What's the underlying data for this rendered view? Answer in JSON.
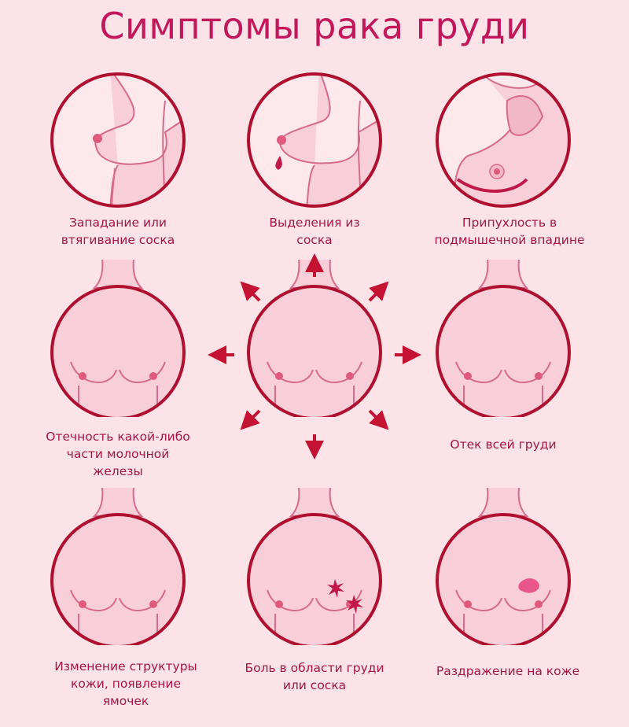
{
  "title": "Симптомы рака груди",
  "colors": {
    "background": "#fbe3e8",
    "title": "#c2185b",
    "circle_stroke": "#b0102f",
    "skin": "#f8cfd9",
    "outline": "#d66b8a",
    "nipple": "#e05a7e",
    "blood": "#c01848",
    "arrow": "#c41232",
    "label": "#a41645"
  },
  "symptoms": [
    {
      "lines": [
        "Западание или",
        "втягивание соска"
      ],
      "icon": "side-breast-retracted-nipple-icon"
    },
    {
      "lines": [
        "Выделения из",
        "соска"
      ],
      "icon": "side-breast-nipple-discharge-icon"
    },
    {
      "lines": [
        "Припухлость в",
        "подмышечной впадине"
      ],
      "icon": "armpit-swelling-icon"
    },
    {
      "lines": [
        "Отечность какой-либо",
        "части молочной",
        "железы"
      ],
      "icon": "front-breasts-partial-swelling-icon"
    },
    {
      "lines": [],
      "icon": "front-breasts-normal-icon"
    },
    {
      "lines": [
        "Отек всей груди"
      ],
      "icon": "front-breasts-full-swelling-icon"
    },
    {
      "lines": [
        "Изменение структуры",
        "кожи, появление",
        "ямочек"
      ],
      "icon": "front-breasts-skin-dimpling-icon"
    },
    {
      "lines": [
        "Боль в области груди",
        "или соска"
      ],
      "icon": "front-breasts-pain-icon"
    },
    {
      "lines": [
        "Раздражение на коже"
      ],
      "icon": "front-breasts-skin-irritation-icon"
    }
  ]
}
